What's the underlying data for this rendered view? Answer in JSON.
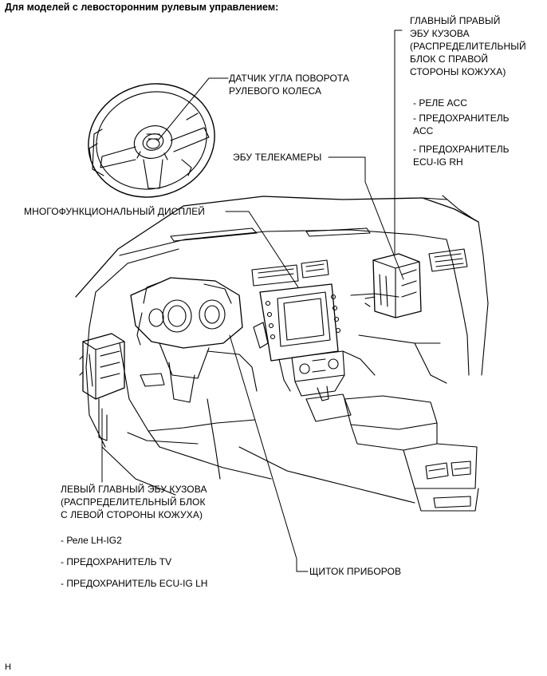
{
  "header": "Для моделей с левосторонним рулевым управлением:",
  "labels": {
    "steering_sensor": [
      "ДАТЧИК УГЛА ПОВОРОТА",
      "РУЛЕВОГО КОЛЕСА"
    ],
    "camera_ecu": "ЭБУ ТЕЛЕКАМЕРЫ",
    "multi_display": "МНОГОФУНКЦИОНАЛЬНЫЙ ДИСПЛЕЙ",
    "right_body_ecu": [
      "ГЛАВНЫЙ ПРАВЫЙ",
      "ЭБУ КУЗОВА",
      "(РАСПРЕДЕЛИТЕЛЬНЫЙ",
      "БЛОК С ПРАВОЙ",
      "СТОРОНЫ КОЖУХА)"
    ],
    "right_items": [
      "- РЕЛЕ ACC",
      "- ПРЕДОХРАНИТЕЛЬ",
      "ACC",
      "- ПРЕДОХРАНИТЕЛЬ",
      "ECU-IG RH"
    ],
    "left_body_ecu": [
      "ЛЕВЫЙ ГЛАВНЫЙ ЭБУ КУЗОВА",
      "(РАСПРЕДЕЛИТЕЛЬНЫЙ БЛОК",
      "С ЛЕВОЙ СТОРОНЫ КОЖУХА)"
    ],
    "left_items": [
      "- Реле LH-IG2",
      "- ПРЕДОХРАНИТЕЛЬ TV",
      "- ПРЕДОХРАНИТЕЛЬ ECU-IG LH"
    ],
    "instrument_panel": "ЩИТОК ПРИБОРОВ"
  },
  "corner_mark": "H"
}
